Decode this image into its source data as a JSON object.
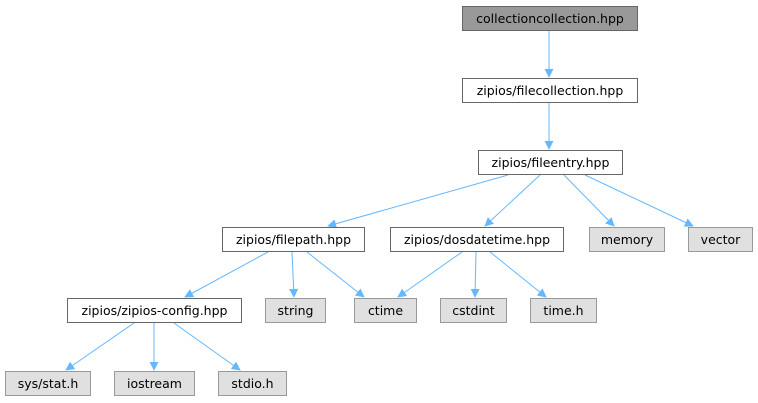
{
  "colors": {
    "edge": "#63b8ff",
    "focus_fill": "#999999",
    "focus_stroke": "#666666",
    "header_fill": "#ffffff",
    "header_stroke": "#666666",
    "system_fill": "#e0e0e0",
    "system_stroke": "#999999"
  },
  "nodes": [
    {
      "id": "collectioncollection",
      "label": "collectioncollection.hpp",
      "kind": "focus"
    },
    {
      "id": "filecollection",
      "label": "zipios/filecollection.hpp",
      "kind": "header"
    },
    {
      "id": "fileentry",
      "label": "zipios/fileentry.hpp",
      "kind": "header"
    },
    {
      "id": "filepath",
      "label": "zipios/filepath.hpp",
      "kind": "header"
    },
    {
      "id": "dosdatetime",
      "label": "zipios/dosdatetime.hpp",
      "kind": "header"
    },
    {
      "id": "memory",
      "label": "memory",
      "kind": "system"
    },
    {
      "id": "vector",
      "label": "vector",
      "kind": "system"
    },
    {
      "id": "zipiosconfig",
      "label": "zipios/zipios-config.hpp",
      "kind": "header"
    },
    {
      "id": "string",
      "label": "string",
      "kind": "system"
    },
    {
      "id": "ctime",
      "label": "ctime",
      "kind": "system"
    },
    {
      "id": "cstdint",
      "label": "cstdint",
      "kind": "system"
    },
    {
      "id": "timeh",
      "label": "time.h",
      "kind": "system"
    },
    {
      "id": "sysstat",
      "label": "sys/stat.h",
      "kind": "system"
    },
    {
      "id": "iostream",
      "label": "iostream",
      "kind": "system"
    },
    {
      "id": "stdioh",
      "label": "stdio.h",
      "kind": "system"
    }
  ],
  "edges": [
    {
      "from": "collectioncollection",
      "to": "filecollection"
    },
    {
      "from": "filecollection",
      "to": "fileentry"
    },
    {
      "from": "fileentry",
      "to": "filepath"
    },
    {
      "from": "fileentry",
      "to": "dosdatetime"
    },
    {
      "from": "fileentry",
      "to": "memory"
    },
    {
      "from": "fileentry",
      "to": "vector"
    },
    {
      "from": "filepath",
      "to": "zipiosconfig"
    },
    {
      "from": "filepath",
      "to": "string"
    },
    {
      "from": "filepath",
      "to": "ctime"
    },
    {
      "from": "dosdatetime",
      "to": "ctime"
    },
    {
      "from": "dosdatetime",
      "to": "cstdint"
    },
    {
      "from": "dosdatetime",
      "to": "timeh"
    },
    {
      "from": "zipiosconfig",
      "to": "sysstat"
    },
    {
      "from": "zipiosconfig",
      "to": "iostream"
    },
    {
      "from": "zipiosconfig",
      "to": "stdioh"
    }
  ]
}
